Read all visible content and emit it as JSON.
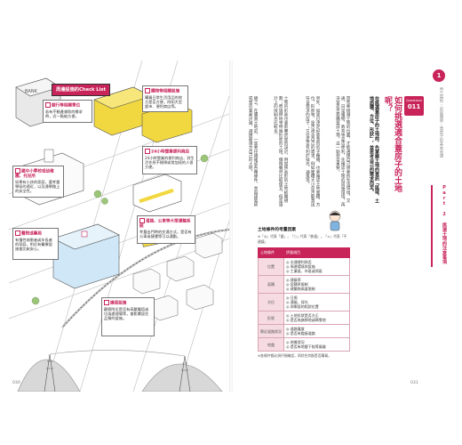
{
  "left_page": {
    "checklist_title": "周邊設施的Check List",
    "notes": [
      {
        "title": "銀行等相關單位",
        "text": "若有不動產貸款的需求時，近一點較方便。"
      },
      {
        "title": "購物等相關設施",
        "text": "購買日常生活用品的地方是否方便，例如大型超市、便利商店等。"
      },
      {
        "title": "國中小學校或幼稚園、托兒所",
        "text": "如果有小孩的家庭，要考量學區的遠近，以及通學路上的安全性。"
      },
      {
        "title": "醫院或藥局",
        "text": "有慢性病患者或年長者的家庭，附近有醫療設施會比較安心。"
      },
      {
        "title": "24小時營業便利商店",
        "text": "24小時營業的便利商店，對生活作息不規律或常加班的人很方便。"
      },
      {
        "title": "道路、公車等大眾運輸系統",
        "text": "考量出門時的交通方式，是否有公車或捷運等可以通勤。"
      },
      {
        "title": "嫌惡設施",
        "text": "觀察附近是否有高壓電塔或垃圾處理場等，會影響居住品質的設施。"
      }
    ],
    "page_number": "030"
  },
  "right_page": {
    "side_tab": {
      "chapter_number": "1",
      "chapter_name": "勞工福利・房屋購買・蓋房子的基本常識",
      "part_label": "Part 2 挑選土地的注意事項"
    },
    "question_label": "Questions",
    "question_number": "011",
    "title": "如何挑選適合蓋房子的土地呢？",
    "lead": "在挑選蓋房子的土地前，先掌握土地的資訊「區域、土地面積、方位、形狀」，並思考自己的需求而定。",
    "body": [
      "首先要挑選土地的位置，才能選擇自己想要的生活環境。交通、日常購物、教育等是否便利，先確認土地的周邊環境，再決定是否要購買該土地，這一點非常重要。",
      "另外，如果已決定好要蓋的房子種類，也要確認土地面積、方位、形狀等，是否適合自己的需求。例如面積大小是否能蓋出符合需求的房子；方位是否有利於採光、通風等。",
      "土地的形狀也會影響房屋的設計，例如狹長形的土地較難規劃；而旗桿地等特殊形狀的土地，價格雖然比較便宜，但是設計上的限制也比較多。",
      "總之，在購買土地前，一定要仔細確認各種條件，並與建築師或營造業者討論，選擇最適合自己的土地。"
    ],
    "table": {
      "title": "土地條件的考量因素",
      "note": "※「◎」代表「優」，「○」代表「普通」，「×」代表「不建議」",
      "headers": [
        "土地條件",
        "評量項目"
      ],
      "rows": [
        {
          "key": "位置",
          "items": [
            "交通便利與否",
            "周邊環境與設施",
            "工業區、市區或郊區"
          ]
        },
        {
          "key": "面積",
          "items": [
            "建蔽率",
            "容積率限制",
            "建築物高度限制"
          ]
        },
        {
          "key": "方位",
          "items": [
            "日照",
            "通風、採光",
            "與鄰居的相對位置"
          ]
        },
        {
          "key": "形狀",
          "items": [
            "土地形狀是否方正",
            "是否為旗桿地或畸零地"
          ]
        },
        {
          "key": "鄰近道路狀況",
          "items": [
            "道路寬度",
            "是否有臨接道路"
          ]
        },
        {
          "key": "地盤",
          "items": [
            "地質狀況",
            "是否有地層下陷等風險"
          ]
        }
      ],
      "footnote": "※各條件都必須仔細確認，再綜合判斷是否購買。"
    },
    "page_number": "031"
  },
  "colors": {
    "accent": "#c8245a",
    "accent_light": "#f6dbe3",
    "building_yellow": "#f2d840"
  }
}
